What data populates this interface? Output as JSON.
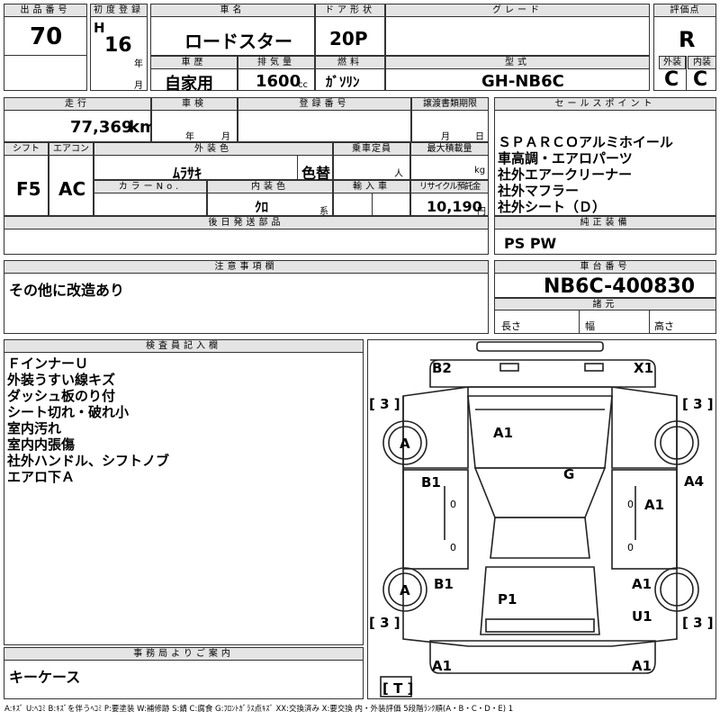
{
  "lot_no": {
    "label": "出品番号",
    "value": "70"
  },
  "first_reg": {
    "label": "初度登録",
    "era": "H",
    "year": "16",
    "year_unit": "年",
    "month_unit": "月"
  },
  "car_name": {
    "label": "車名",
    "value": "ロードスター"
  },
  "doors": {
    "label": "ドア形状",
    "value": "20P"
  },
  "grade": {
    "label": "グレード",
    "value": ""
  },
  "rating": {
    "label": "評価点",
    "value": "R",
    "ext_label": "外装",
    "ext": "C",
    "int_label": "内装",
    "int": "C"
  },
  "history": {
    "label": "車歴",
    "value": "自家用"
  },
  "displacement": {
    "label": "排気量",
    "value": "1600",
    "unit": "cc"
  },
  "fuel": {
    "label": "燃料",
    "value": "ｶﾞｿﾘﾝ"
  },
  "model_code": {
    "label": "型式",
    "value": "GH-NB6C"
  },
  "mileage": {
    "label": "走行",
    "value": "77,369",
    "unit": "km"
  },
  "shaken": {
    "label": "車検",
    "year_unit": "年",
    "month_unit": "月"
  },
  "registration": {
    "label": "登録番号",
    "value": ""
  },
  "transfer": {
    "label": "譲渡書類期限",
    "month_unit": "月",
    "day_unit": "日"
  },
  "sales_points": {
    "label": "セールスポイント",
    "items": [
      "ＳＰＡＲＣＯアルミホイール",
      "車高調・エアロパーツ",
      "社外エアークリーナー",
      "社外マフラー",
      "社外シート（Ｄ）"
    ]
  },
  "shift": {
    "label": "シフト",
    "value": "F5"
  },
  "aircon": {
    "label": "エアコン",
    "value": "AC"
  },
  "exterior_color": {
    "label": "外装色",
    "value": "ﾑﾗｻｷ",
    "note": "色替"
  },
  "capacity": {
    "label": "乗車定員",
    "unit": "人"
  },
  "max_load": {
    "label": "最大積載量",
    "unit": "kg"
  },
  "color_no": {
    "label": "カラーNo."
  },
  "interior_color": {
    "label": "内装色",
    "value": "ｸﾛ",
    "unit": "系"
  },
  "import": {
    "label": "輸入車"
  },
  "recycle": {
    "label": "リサイクル預託金",
    "value": "10,190",
    "unit": "円"
  },
  "later_parts": {
    "label": "後日発送部品",
    "value": ""
  },
  "standard_equip": {
    "label": "純正装備",
    "value": "PS PW"
  },
  "notes": {
    "label": "注意事項欄",
    "value": "その他に改造あり"
  },
  "chassis_no": {
    "label": "車台番号",
    "value": "NB6C-400830"
  },
  "specs": {
    "label": "諸元",
    "length": "長さ",
    "width": "幅",
    "height": "高さ"
  },
  "inspector": {
    "label": "検査員記入欄",
    "lines": [
      "ＦインナーＵ",
      "外装うすい線キズ",
      "ダッシュ板のり付",
      "シート切れ・破れ小",
      "室内汚れ",
      "室内内張傷",
      "社外ハンドル、シフトノブ",
      "エアロ下Ａ"
    ]
  },
  "office": {
    "label": "事務局よりご案内",
    "value": "キーケース"
  },
  "diagram": {
    "marks": {
      "b2": "B2",
      "x1": "X1",
      "a1_hood": "A1",
      "g": "G",
      "a4": "A4",
      "b1_left": "B1",
      "a1_right": "A1",
      "b1_rear_left": "B1",
      "a1_rear_right": "A1",
      "p1": "P1",
      "u1": "U1",
      "a1_rear_bumper_left": "A1",
      "a1_rear_bumper_right": "A1",
      "a_front_wheel": "A",
      "a_rear_wheel": "A",
      "zero_1": "0",
      "zero_2": "0",
      "zero_3": "0",
      "zero_4": "0"
    },
    "tires": {
      "fl": "[ 3 ]",
      "fr": "[ 3 ]",
      "rl": "[ 3 ]",
      "rr": "[ 3 ]",
      "spare": "[ T ]"
    }
  },
  "legend": "A:ｷｽﾞ U:ﾍｺﾐ B:ｷｽﾞを伴うﾍｺﾐ P:要塗装 W:補修跡 S:錆 C:腐食 G:ﾌﾛﾝﾄｶﾞﾗｽ点ｷｽﾞ XX:交換済み X:要交換 内・外装評価 5段階ﾗﾝｸ順(A・B・C・D・E) 1"
}
